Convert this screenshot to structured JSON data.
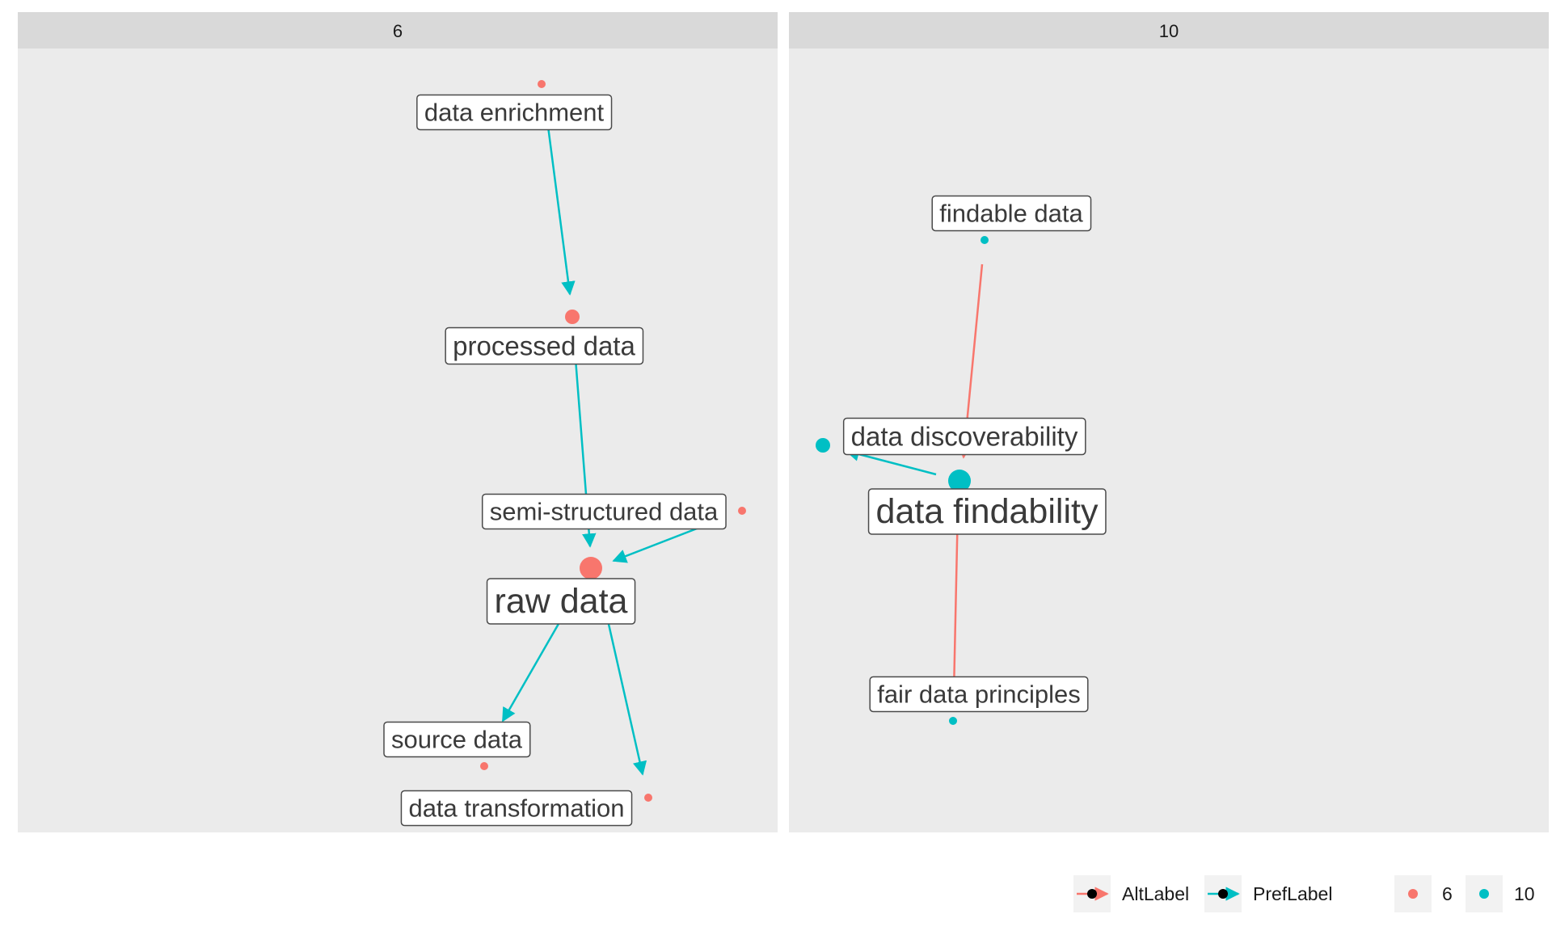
{
  "panels": [
    {
      "id": "6",
      "strip_label": "6",
      "nodes": [
        {
          "id": "data-enrichment",
          "label": "data enrichment",
          "size": "small"
        },
        {
          "id": "processed-data",
          "label": "processed data",
          "size": "medium"
        },
        {
          "id": "semi-structured-data",
          "label": "semi-structured data",
          "size": "small"
        },
        {
          "id": "raw-data",
          "label": "raw data",
          "size": "large"
        },
        {
          "id": "source-data",
          "label": "source data",
          "size": "small"
        },
        {
          "id": "data-transformation",
          "label": "data transformation",
          "size": "small"
        }
      ],
      "edges": [
        {
          "from": "data-enrichment",
          "to": "processed-data",
          "type": "PrefLabel"
        },
        {
          "from": "processed-data",
          "to": "raw-data",
          "type": "PrefLabel"
        },
        {
          "from": "semi-structured-data",
          "to": "raw-data",
          "type": "PrefLabel"
        },
        {
          "from": "raw-data",
          "to": "source-data",
          "type": "PrefLabel"
        },
        {
          "from": "raw-data",
          "to": "data-transformation",
          "type": "PrefLabel"
        }
      ]
    },
    {
      "id": "10",
      "strip_label": "10",
      "nodes": [
        {
          "id": "findable-data",
          "label": "findable data",
          "size": "small"
        },
        {
          "id": "data-discoverability",
          "label": "data discoverability",
          "size": "medium"
        },
        {
          "id": "data-findability",
          "label": "data findability",
          "size": "large"
        },
        {
          "id": "fair-data-principles",
          "label": "fair data principles",
          "size": "small"
        }
      ],
      "edges": [
        {
          "from": "findable-data",
          "to": "data-findability",
          "type": "AltLabel"
        },
        {
          "from": "fair-data-principles",
          "to": "data-findability",
          "type": "AltLabel"
        },
        {
          "from": "data-findability",
          "to": "data-discoverability",
          "type": "PrefLabel"
        }
      ]
    }
  ],
  "legend": {
    "edge_types": [
      {
        "label": "AltLabel",
        "color": "#F8766D"
      },
      {
        "label": "PrefLabel",
        "color": "#00BFC4"
      }
    ],
    "groups": [
      {
        "label": "6",
        "color": "#F8766D"
      },
      {
        "label": "10",
        "color": "#00BFC4"
      }
    ]
  },
  "colors": {
    "group_6": "#F8766D",
    "group_10": "#00BFC4",
    "panel_bg": "#EBEBEB",
    "strip_bg": "#D9D9D9"
  }
}
